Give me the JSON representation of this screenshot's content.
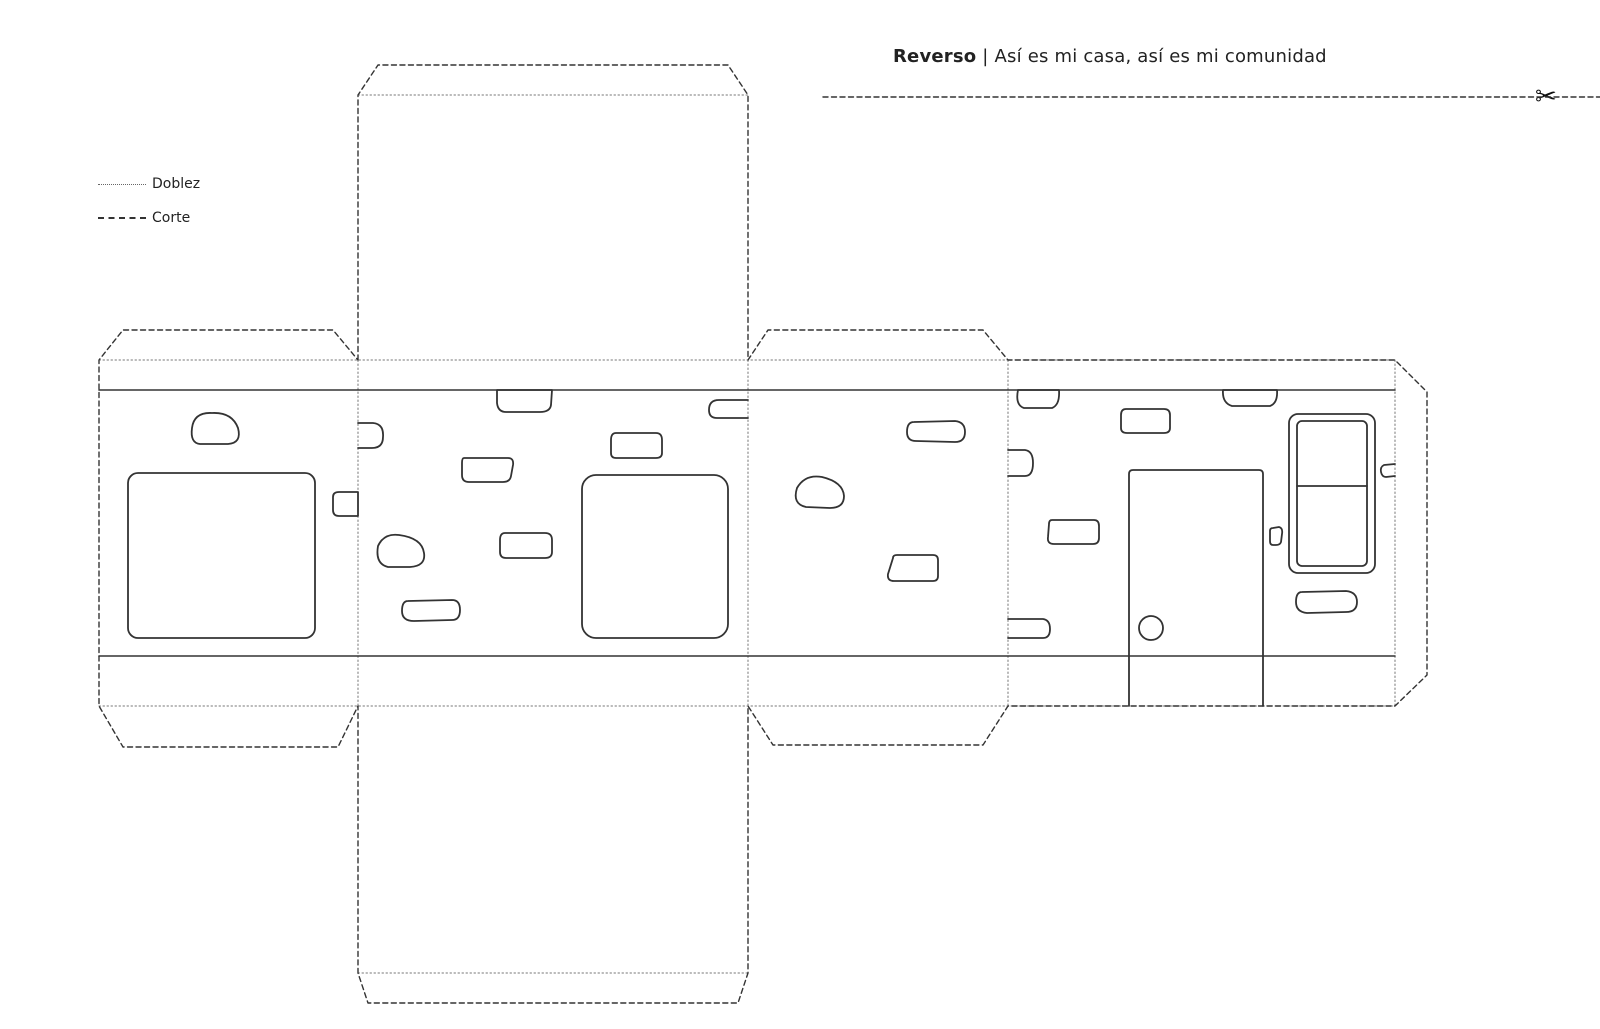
{
  "header": {
    "bold": "Reverso",
    "separator": " | ",
    "title": "Así es mi casa, así es mi comunidad"
  },
  "legend": {
    "fold": "Doblez",
    "cut": "Corte"
  },
  "icons": {
    "scissors": "✂"
  },
  "colors": {
    "line": "#333333",
    "fold": "#777777"
  }
}
